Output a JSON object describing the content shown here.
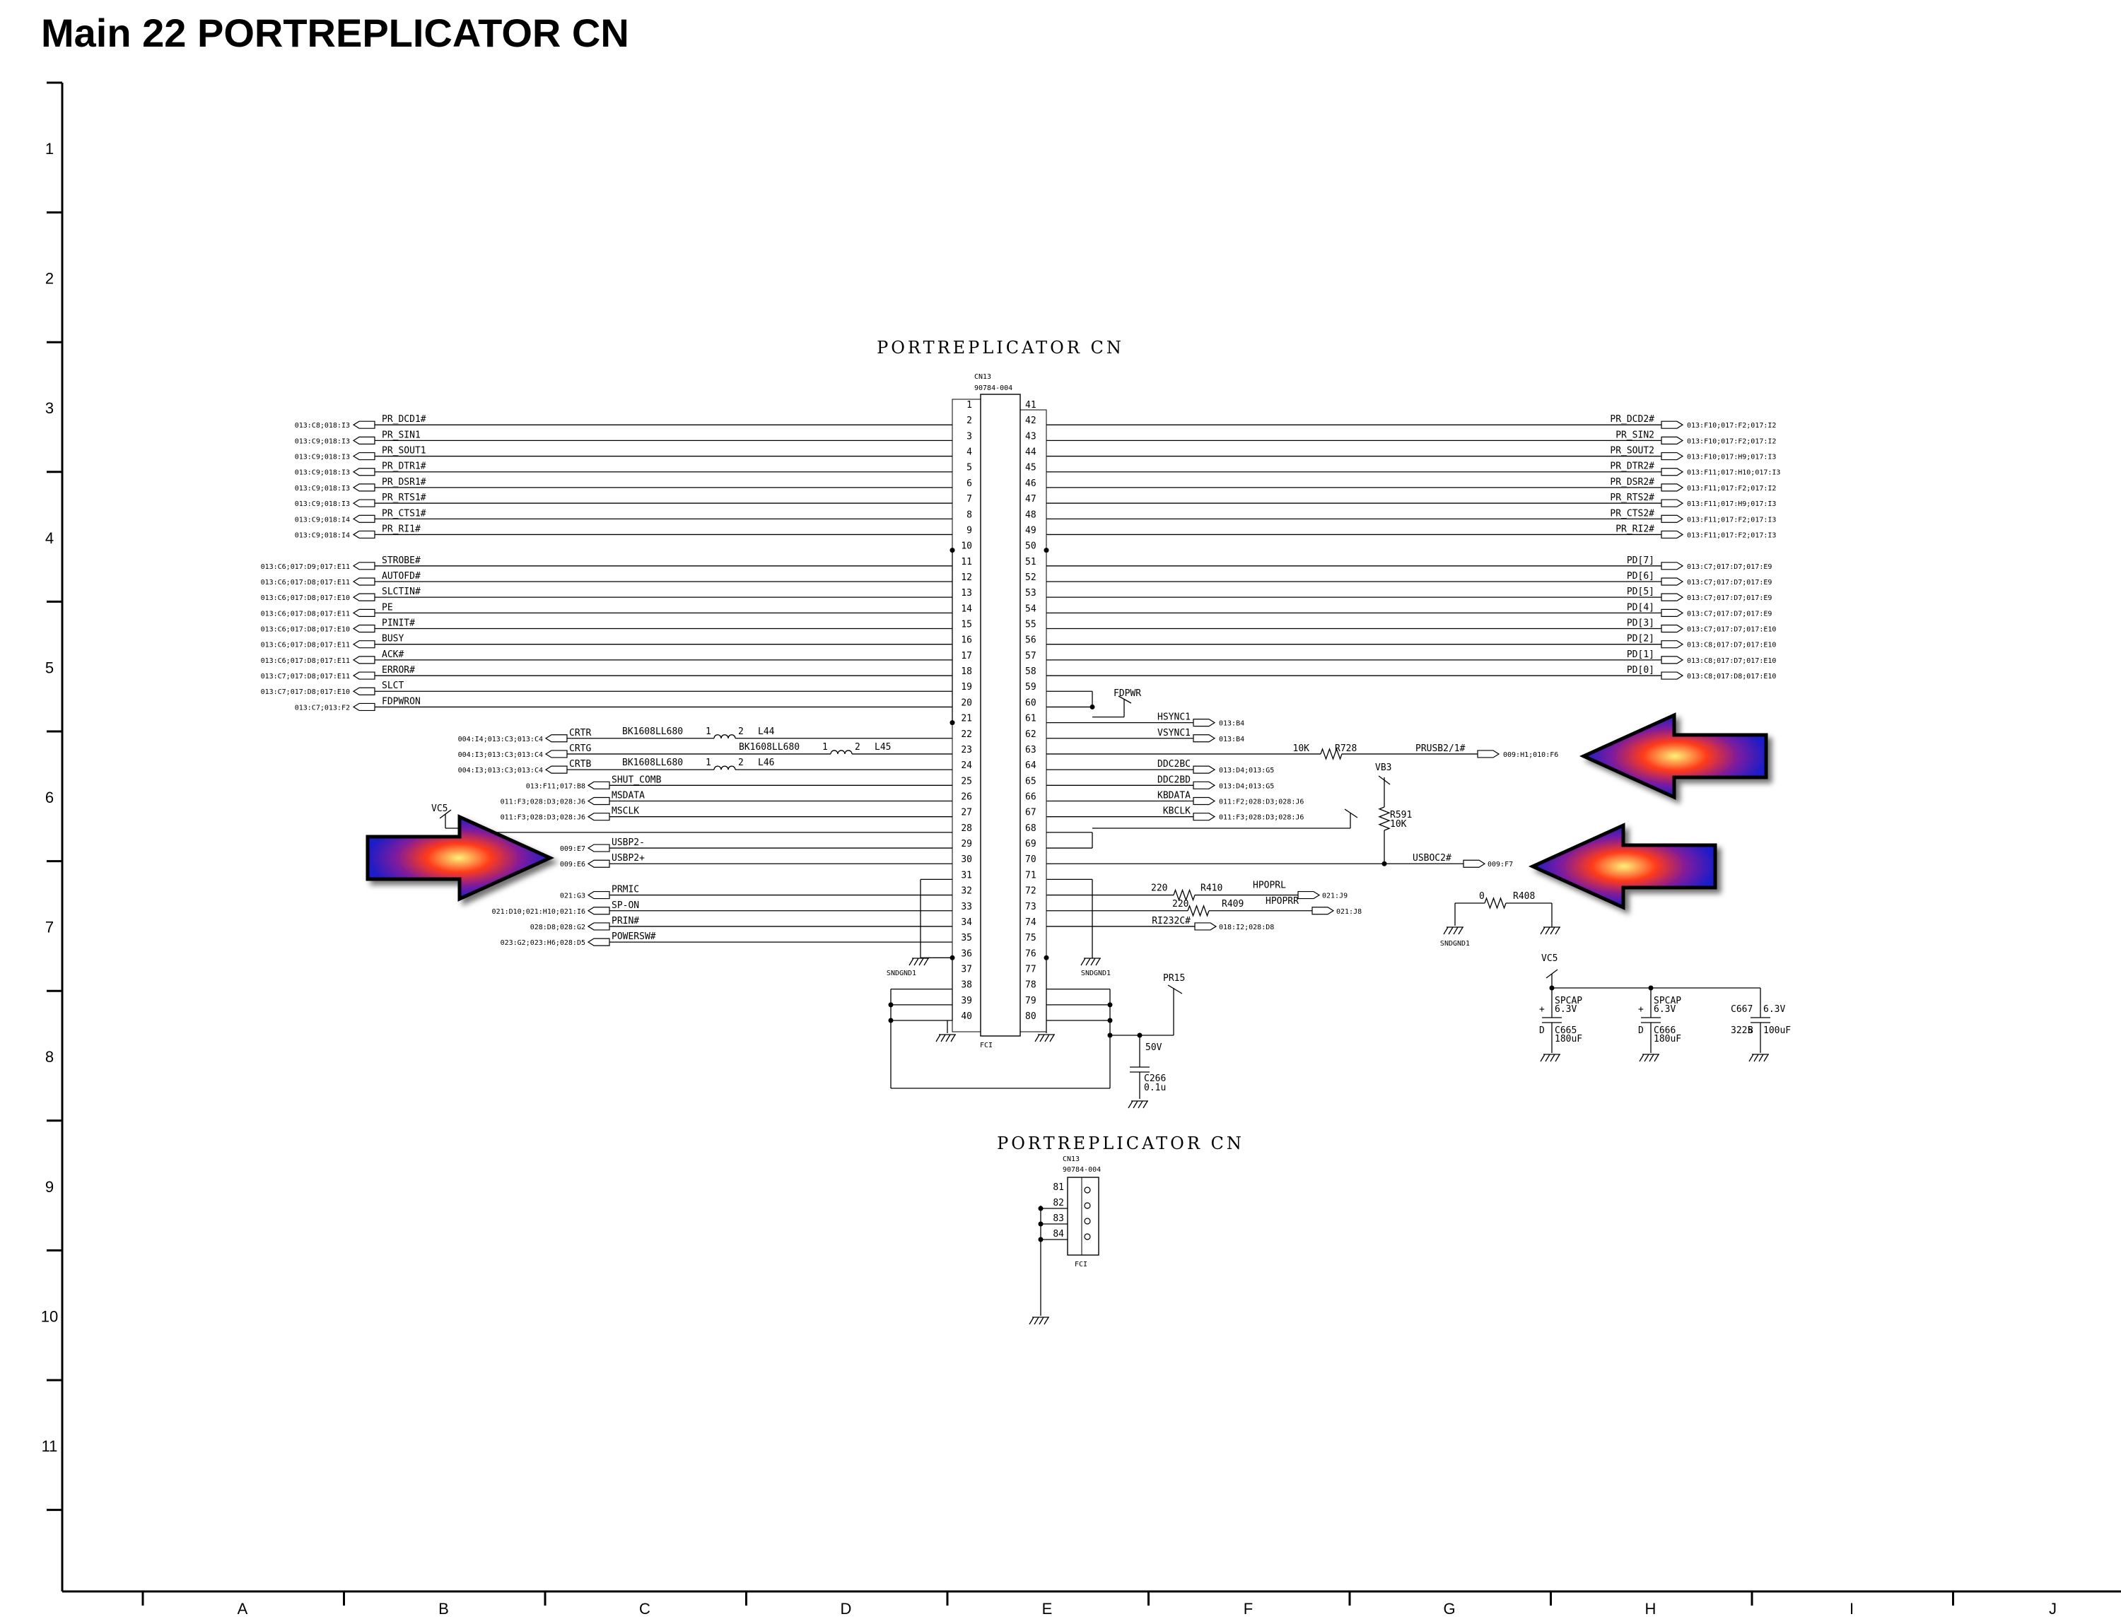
{
  "title": "Main 22 PORTREPLICATOR CN",
  "frame": {
    "rows": [
      "1",
      "2",
      "3",
      "4",
      "5",
      "6",
      "7",
      "8",
      "9",
      "10",
      "11"
    ],
    "cols": [
      "A",
      "B",
      "C",
      "D",
      "E",
      "F",
      "G",
      "H",
      "I",
      "J"
    ]
  },
  "connector_main": {
    "heading": "PORTREPLICATOR CN",
    "refdes": "CN13",
    "part": "90784-004",
    "maker": "FCI",
    "left_pins": [
      "1",
      "2",
      "3",
      "4",
      "5",
      "6",
      "7",
      "8",
      "9",
      "10",
      "11",
      "12",
      "13",
      "14",
      "15",
      "16",
      "17",
      "18",
      "19",
      "20",
      "21",
      "22",
      "23",
      "24",
      "25",
      "26",
      "27",
      "28",
      "29",
      "30",
      "31",
      "32",
      "33",
      "34",
      "35",
      "36",
      "37",
      "38",
      "39",
      "40"
    ],
    "right_pins": [
      "41",
      "42",
      "43",
      "44",
      "45",
      "46",
      "47",
      "48",
      "49",
      "50",
      "51",
      "52",
      "53",
      "54",
      "55",
      "56",
      "57",
      "58",
      "59",
      "60",
      "61",
      "62",
      "63",
      "64",
      "65",
      "66",
      "67",
      "68",
      "69",
      "70",
      "71",
      "72",
      "73",
      "74",
      "75",
      "76",
      "77",
      "78",
      "79",
      "80"
    ]
  },
  "left_nets": [
    {
      "pin": 2,
      "name": "PR_DCD1#",
      "ref": "013:C8;018:I3"
    },
    {
      "pin": 3,
      "name": "PR_SIN1",
      "ref": "013:C9;018:I3"
    },
    {
      "pin": 4,
      "name": "PR_SOUT1",
      "ref": "013:C9;018:I3"
    },
    {
      "pin": 5,
      "name": "PR_DTR1#",
      "ref": "013:C9;018:I3"
    },
    {
      "pin": 6,
      "name": "PR_DSR1#",
      "ref": "013:C9;018:I3"
    },
    {
      "pin": 7,
      "name": "PR_RTS1#",
      "ref": "013:C9;018:I3"
    },
    {
      "pin": 8,
      "name": "PR_CTS1#",
      "ref": "013:C9;018:I4"
    },
    {
      "pin": 9,
      "name": "PR_RI1#",
      "ref": "013:C9;018:I4"
    },
    {
      "pin": 11,
      "name": "STROBE#",
      "ref": "013:C6;017:D9;017:E11"
    },
    {
      "pin": 12,
      "name": "AUTOFD#",
      "ref": "013:C6;017:D8;017:E11"
    },
    {
      "pin": 13,
      "name": "SLCTIN#",
      "ref": "013:C6;017:D8;017:E10"
    },
    {
      "pin": 14,
      "name": "PE",
      "ref": "013:C6;017:D8;017:E11"
    },
    {
      "pin": 15,
      "name": "PINIT#",
      "ref": "013:C6;017:D8;017:E10"
    },
    {
      "pin": 16,
      "name": "BUSY",
      "ref": "013:C6;017:D8;017:E11"
    },
    {
      "pin": 17,
      "name": "ACK#",
      "ref": "013:C6;017:D8;017:E11"
    },
    {
      "pin": 18,
      "name": "ERROR#",
      "ref": "013:C7;017:D8;017:E11"
    },
    {
      "pin": 19,
      "name": "SLCT",
      "ref": "013:C7;017:D8;017:E10"
    },
    {
      "pin": 20,
      "name": "FDPWRON",
      "ref": "013:C7;013:F2"
    }
  ],
  "video_nets": [
    {
      "pin": 22,
      "name": "CRTR",
      "ref": "004:I4;013:C3;013:C4",
      "part": "BK1608LL680",
      "ind": "L44"
    },
    {
      "pin": 23,
      "name": "CRTG",
      "ref": "004:I3;013:C3;013:C4",
      "part": "BK1608LL680",
      "ind": "L45"
    },
    {
      "pin": 24,
      "name": "CRTB",
      "ref": "004:I3;013:C3;013:C4",
      "part": "BK1608LL680",
      "ind": "L46"
    }
  ],
  "left_nets2": [
    {
      "pin": 25,
      "name": "SHUT_COMB",
      "ref": "013:F11;017:B8"
    },
    {
      "pin": 26,
      "name": "MSDATA",
      "ref": "011:F3;028:D3;028:J6"
    },
    {
      "pin": 27,
      "name": "MSCLK",
      "ref": "011:F3;028:D3;028:J6"
    },
    {
      "pin": 29,
      "name": "USBP2-",
      "ref": "009:E7"
    },
    {
      "pin": 30,
      "name": "USBP2+",
      "ref": "009:E6"
    },
    {
      "pin": 32,
      "name": "PRMIC",
      "ref": "021:G3"
    },
    {
      "pin": 33,
      "name": "SP-ON",
      "ref": "021:D10;021:H10;021:I6"
    },
    {
      "pin": 34,
      "name": "PRIN#",
      "ref": "028:D8;028:G2"
    },
    {
      "pin": 35,
      "name": "POWERSW#",
      "ref": "023:G2;023:H6;028:D5"
    }
  ],
  "right_nets": [
    {
      "pin": 42,
      "name": "PR_DCD2#",
      "ref": "013:F10;017:F2;017:I2"
    },
    {
      "pin": 43,
      "name": "PR_SIN2",
      "ref": "013:F10;017:F2;017:I2"
    },
    {
      "pin": 44,
      "name": "PR_SOUT2",
      "ref": "013:F10;017:H9;017:I3"
    },
    {
      "pin": 45,
      "name": "PR_DTR2#",
      "ref": "013:F11;017:H10;017:I3"
    },
    {
      "pin": 46,
      "name": "PR_DSR2#",
      "ref": "013:F11;017:F2;017:I2"
    },
    {
      "pin": 47,
      "name": "PR_RTS2#",
      "ref": "013:F11;017:H9;017:I3"
    },
    {
      "pin": 48,
      "name": "PR_CTS2#",
      "ref": "013:F11;017:F2;017:I3"
    },
    {
      "pin": 49,
      "name": "PR_RI2#",
      "ref": "013:F11;017:F2;017:I3"
    },
    {
      "pin": 51,
      "name": "PD[7]",
      "ref": "013:C7;017:D7;017:E9"
    },
    {
      "pin": 52,
      "name": "PD[6]",
      "ref": "013:C7;017:D7;017:E9"
    },
    {
      "pin": 53,
      "name": "PD[5]",
      "ref": "013:C7;017:D7;017:E9"
    },
    {
      "pin": 54,
      "name": "PD[4]",
      "ref": "013:C7;017:D7;017:E9"
    },
    {
      "pin": 55,
      "name": "PD[3]",
      "ref": "013:C7;017:D7;017:E10"
    },
    {
      "pin": 56,
      "name": "PD[2]",
      "ref": "013:C8;017:D7;017:E10"
    },
    {
      "pin": 57,
      "name": "PD[1]",
      "ref": "013:C8;017:D7;017:E10"
    },
    {
      "pin": 58,
      "name": "PD[0]",
      "ref": "013:C8;017:D8;017:E10"
    }
  ],
  "right_mid_nets": [
    {
      "pin": 61,
      "name": "HSYNC1",
      "ref": "013:B4"
    },
    {
      "pin": 62,
      "name": "VSYNC1",
      "ref": "013:B4"
    },
    {
      "pin": 64,
      "name": "DDC2BC",
      "ref": "013:D4;013:G5"
    },
    {
      "pin": 65,
      "name": "DDC2BD",
      "ref": "013:D4;013:G5"
    },
    {
      "pin": 66,
      "name": "KBDATA",
      "ref": "011:F2;028:D3;028:J6"
    },
    {
      "pin": 67,
      "name": "KBCLK",
      "ref": "011:F3;028:D3;028:J6"
    }
  ],
  "prusb": {
    "name": "PRUSB2/1#",
    "ref": "009:H1;010:F6",
    "res_val": "10K",
    "res_ref": "R728"
  },
  "usboc": {
    "name": "USBOC2#",
    "ref": "009:F7",
    "res_ref": "R591",
    "res_val": "10K",
    "rail": "VB3"
  },
  "audio_out": [
    {
      "name": "HPOPRL",
      "ref": "021:J9",
      "res_val": "220",
      "res_ref": "R410"
    },
    {
      "name": "HPOPRR",
      "ref": "021:J8",
      "res_val": "220",
      "res_ref": "R409"
    }
  ],
  "ri232": {
    "name": "RI232C#",
    "ref": "018:I2;028:D8"
  },
  "fdpwr": "FDPWR",
  "pr15": "PR15",
  "vc5": "VC5",
  "sndgnd": "SNDGND1",
  "r408": {
    "val": "0",
    "ref": "R408"
  },
  "c266": {
    "ref": "C266",
    "volt": "50V",
    "val": "0.1u"
  },
  "caps": [
    {
      "type": "SPCAP",
      "volt": "6.3V",
      "ref": "C665",
      "val": "180uF",
      "pol": "D"
    },
    {
      "type": "SPCAP",
      "volt": "6.3V",
      "ref": "C666",
      "val": "180uF",
      "pol": "D"
    },
    {
      "ref": "C667",
      "volt": "6.3V",
      "size": "3225",
      "val": "100uF",
      "pol": "B"
    }
  ],
  "connector_shield": {
    "heading": "PORTREPLICATOR CN",
    "refdes": "CN13",
    "part": "90784-004",
    "maker": "FCI",
    "pins": [
      "81",
      "82",
      "83",
      "84"
    ]
  },
  "arrow_color": "#1c1cc8"
}
